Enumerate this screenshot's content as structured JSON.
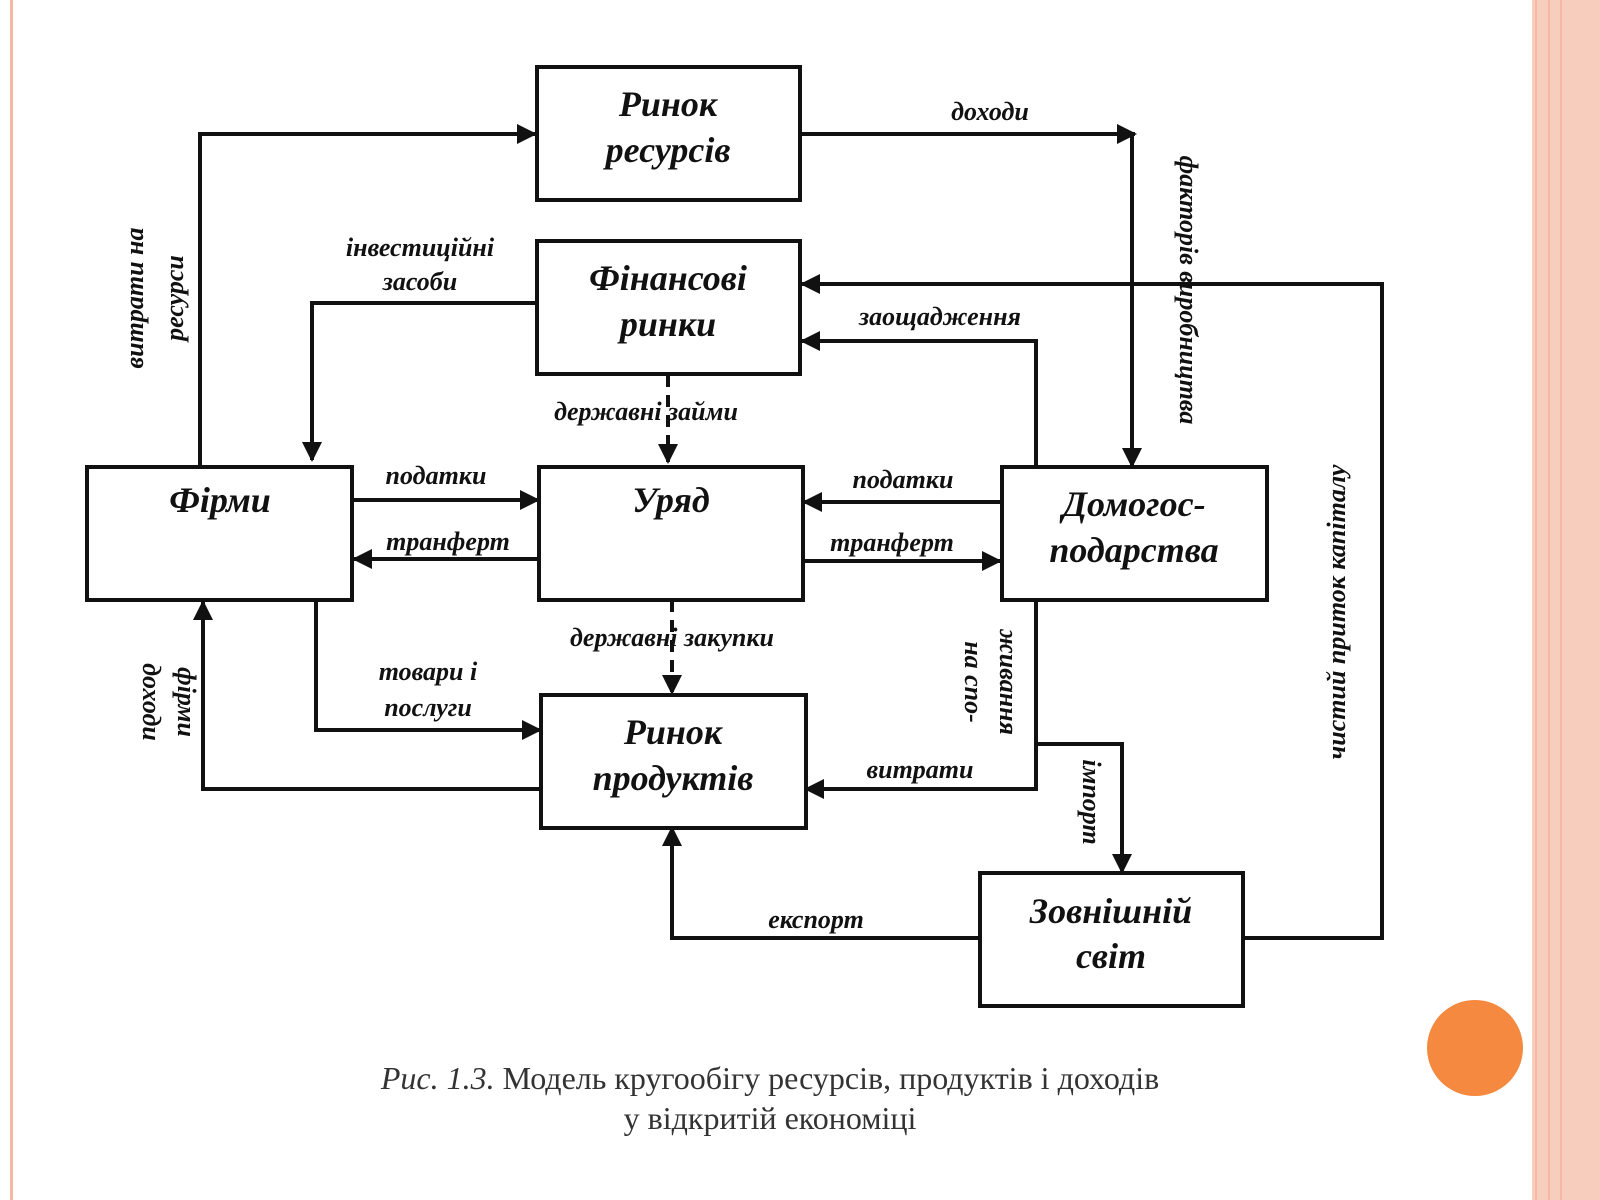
{
  "nodes": {
    "resource_market": [
      "Ринок",
      "ресурсів"
    ],
    "financial_markets": [
      "Фінансові",
      "ринки"
    ],
    "firms": [
      "Фірми"
    ],
    "government": [
      "Уряд"
    ],
    "households": [
      "Домогос-",
      "подарства"
    ],
    "product_market": [
      "Ринок",
      "продуктів"
    ],
    "rest_of_world": [
      "Зовнішній",
      "світ"
    ]
  },
  "edges": {
    "resource_spending": [
      "витрати на",
      "ресурси"
    ],
    "income": "доходи",
    "factors": "факторів виробництва",
    "investment": [
      "інвестиційні",
      "засоби"
    ],
    "savings": "заощадження",
    "gov_loans": "державні займи",
    "taxes_firms": "податки",
    "transfer_firms": "транферт",
    "taxes_households": "податки",
    "transfer_households": "транферт",
    "gov_purchases": "державні закупки",
    "goods_services": [
      "товари і",
      "послуги"
    ],
    "consumption": [
      "на спо-",
      "живання"
    ],
    "spending": "витрати",
    "firm_income": [
      "доходи",
      "фірми"
    ],
    "import": "імпорт",
    "export": "експорт",
    "capital_inflow": "чистий приток капіталу"
  },
  "caption": {
    "fig_number": "Рис. 1.3.",
    "text_line1": "Модель кругообігу ресурсів, продуктів і доходів",
    "text_line2": "у відкритій економіці"
  },
  "colors": {
    "accent_dot": "#f5893f",
    "border": "#f4b9a3",
    "ink": "#111111"
  }
}
